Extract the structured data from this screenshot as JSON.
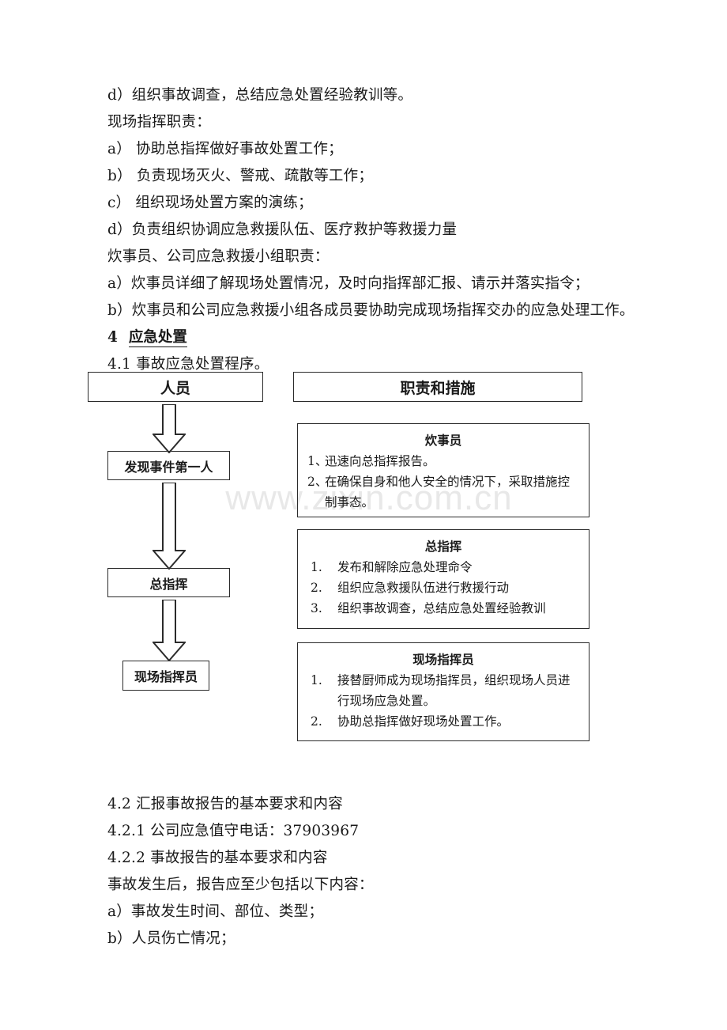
{
  "document": {
    "watermark": "www.zixin.com.cn",
    "top_paragraphs": [
      "d）组织事故调查，总结应急处置经验教训等。",
      "现场指挥职责：",
      "a）  协助总指挥做好事故处置工作；",
      "b）  负责现场灭火、警戒、疏散等工作；",
      "c）  组织现场处置方案的演练；",
      "d）负责组织协调应急救援队伍、医疗救护等救援力量",
      "炊事员、公司应急救援小组职责：",
      "a）炊事员详细了解现场处置情况，及时向指挥部汇报、请示并落实指令；",
      "b）炊事员和公司应急救援小组各成员要协助完成现场指挥交办的应急处理工作。"
    ],
    "section_heading": {
      "number": "4",
      "title": "应急处置"
    },
    "subsection": "4.1 事故应急处置程序。",
    "bottom_paragraphs": [
      "4.2 汇报事故报告的基本要求和内容",
      "4.2.1 公司应急值守电话：37903967",
      "4.2.2 事故报告的基本要求和内容",
      "事故发生后，报告应至少包括以下内容：",
      "a）事故发生时间、部位、类型；",
      "b）人员伤亡情况；"
    ]
  },
  "flowchart": {
    "left_column": {
      "header": "人员",
      "nodes": [
        "发现事件第一人",
        "总指挥",
        "现场指挥员"
      ]
    },
    "right_column": {
      "header": "职责和措施",
      "panels": [
        {
          "title": "炊事员",
          "items": [
            {
              "marker": "1、",
              "text": "迅速向总指挥报告。"
            },
            {
              "marker": "2、",
              "text": "在确保自身和他人安全的情况下，采取措施控制事态。"
            }
          ]
        },
        {
          "title": "总指挥",
          "items": [
            {
              "marker": "1.",
              "text": "发布和解除应急处理命令"
            },
            {
              "marker": "2.",
              "text": "组织应急救援队伍进行救援行动"
            },
            {
              "marker": "3.",
              "text": "组织事故调查，总结应急处置经验教训"
            }
          ]
        },
        {
          "title": "现场指挥员",
          "items": [
            {
              "marker": "1.",
              "text": "接替厨师成为现场指挥员，组织现场人员进行现场应急处置。"
            },
            {
              "marker": "2.",
              "text": "协助总指挥做好现场处置工作。"
            }
          ]
        }
      ]
    }
  },
  "colors": {
    "text": "#1a1a1a",
    "border": "#2b2b2b",
    "watermark": "#e8e8e8",
    "page_background": "#ffffff"
  }
}
